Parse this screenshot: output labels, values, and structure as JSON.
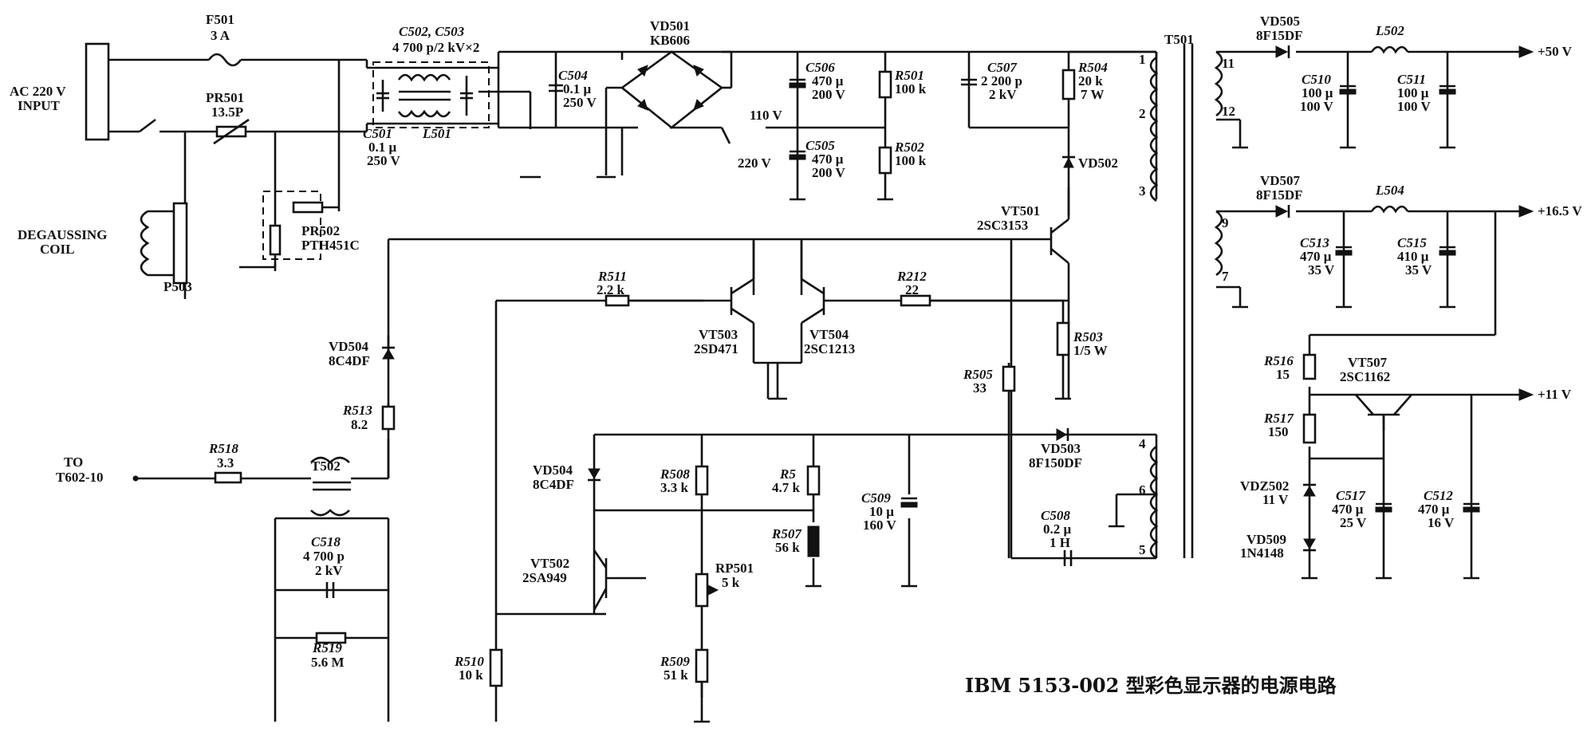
{
  "caption": "IBM 5153-002 型彩色显示器的电源电路",
  "input": {
    "line1": "AC 220 V",
    "line2": "INPUT"
  },
  "degauss": {
    "line1": "DEGAUSSING",
    "line2": "COIL",
    "ref": "P503"
  },
  "to_label": {
    "line1": "TO",
    "line2": "T602-10"
  },
  "outputs": {
    "v50": "+50 V",
    "v165": "+16.5 V",
    "v11": "+11 V"
  },
  "taps": {
    "v110": "110 V",
    "v220": "220 V"
  },
  "transformer": "T501",
  "pins": [
    "1",
    "2",
    "3",
    "4",
    "6",
    "5",
    "11",
    "12",
    "9",
    "7"
  ],
  "components": {
    "F501": {
      "ref": "F501",
      "value": "3 A"
    },
    "PR501": {
      "ref": "PR501",
      "value": "13.5P"
    },
    "PR502": {
      "ref": "PR502",
      "value": "PTH451C"
    },
    "C502": {
      "ref": "C502, C503",
      "value": "4 700 p/2 kV×2"
    },
    "C501": {
      "ref": "C501",
      "v1": "0.1 μ",
      "v2": "250 V"
    },
    "L501": {
      "ref": "L501"
    },
    "C504": {
      "ref": "C504",
      "v1": "0.1 μ",
      "v2": "250 V"
    },
    "VD501": {
      "ref": "VD501",
      "value": "KB606"
    },
    "C506": {
      "ref": "C506",
      "v1": "470 μ",
      "v2": "200 V"
    },
    "C505": {
      "ref": "C505",
      "v1": "470 μ",
      "v2": "200 V"
    },
    "R501": {
      "ref": "R501",
      "value": "100 k"
    },
    "R502": {
      "ref": "R502",
      "value": "100 k"
    },
    "C507": {
      "ref": "C507",
      "v1": "2 200 p",
      "v2": "2 kV"
    },
    "R504": {
      "ref": "R504",
      "v1": "20 k",
      "v2": "7 W"
    },
    "VD502": {
      "ref": "VD502"
    },
    "VT501": {
      "ref": "VT501",
      "value": "2SC3153"
    },
    "R511": {
      "ref": "R511",
      "value": "2.2 k"
    },
    "R212": {
      "ref": "R212",
      "value": "22"
    },
    "VT503": {
      "ref": "VT503",
      "value": "2SD471"
    },
    "VT504": {
      "ref": "VT504",
      "value": "2SC1213"
    },
    "R503": {
      "ref": "R503",
      "value": "1/5 W"
    },
    "R505": {
      "ref": "R505",
      "value": "33"
    },
    "VD504a": {
      "ref": "VD504",
      "value": "8C4DF"
    },
    "R513": {
      "ref": "R513",
      "value": "8.2"
    },
    "R518": {
      "ref": "R518",
      "value": "3.3"
    },
    "T502": {
      "ref": "T502"
    },
    "C518": {
      "ref": "C518",
      "v1": "4 700 p",
      "v2": "2 kV"
    },
    "R519": {
      "ref": "R519",
      "value": "5.6 M"
    },
    "VD504b": {
      "ref": "VD504",
      "value": "8C4DF"
    },
    "R508": {
      "ref": "R508",
      "value": "3.3 k"
    },
    "R5": {
      "ref": "R5",
      "value": "4.7 k"
    },
    "R507": {
      "ref": "R507",
      "value": "56 k"
    },
    "C509": {
      "ref": "C509",
      "v1": "10 μ",
      "v2": "160 V"
    },
    "VD503": {
      "ref": "VD503",
      "value": "8F150DF"
    },
    "C508": {
      "ref": "C508",
      "v1": "0.2 μ",
      "v2": "1 H"
    },
    "VT502": {
      "ref": "VT502",
      "value": "2SA949"
    },
    "RP501": {
      "ref": "RP501",
      "value": "5 k"
    },
    "R510": {
      "ref": "R510",
      "value": "10 k"
    },
    "R509": {
      "ref": "R509",
      "value": "51 k"
    },
    "VD505": {
      "ref": "VD505",
      "value": "8F15DF"
    },
    "L502": {
      "ref": "L502"
    },
    "C510": {
      "ref": "C510",
      "v1": "100 μ",
      "v2": "100 V"
    },
    "C511": {
      "ref": "C511",
      "v1": "100 μ",
      "v2": "100 V"
    },
    "VD507": {
      "ref": "VD507",
      "value": "8F15DF"
    },
    "L504": {
      "ref": "L504"
    },
    "C513": {
      "ref": "C513",
      "v1": "470 μ",
      "v2": "35 V"
    },
    "C515": {
      "ref": "C515",
      "v1": "410 μ",
      "v2": "35 V"
    },
    "R516": {
      "ref": "R516",
      "value": "15"
    },
    "VT507": {
      "ref": "VT507",
      "value": "2SC1162"
    },
    "R517": {
      "ref": "R517",
      "value": "150"
    },
    "VDZ502": {
      "ref": "VDZ502",
      "value": "11 V"
    },
    "VD509": {
      "ref": "VD509",
      "value": "1N4148"
    },
    "C517": {
      "ref": "C517",
      "v1": "470 μ",
      "v2": "25 V"
    },
    "C512": {
      "ref": "C512",
      "v1": "470 μ",
      "v2": "16 V"
    }
  }
}
